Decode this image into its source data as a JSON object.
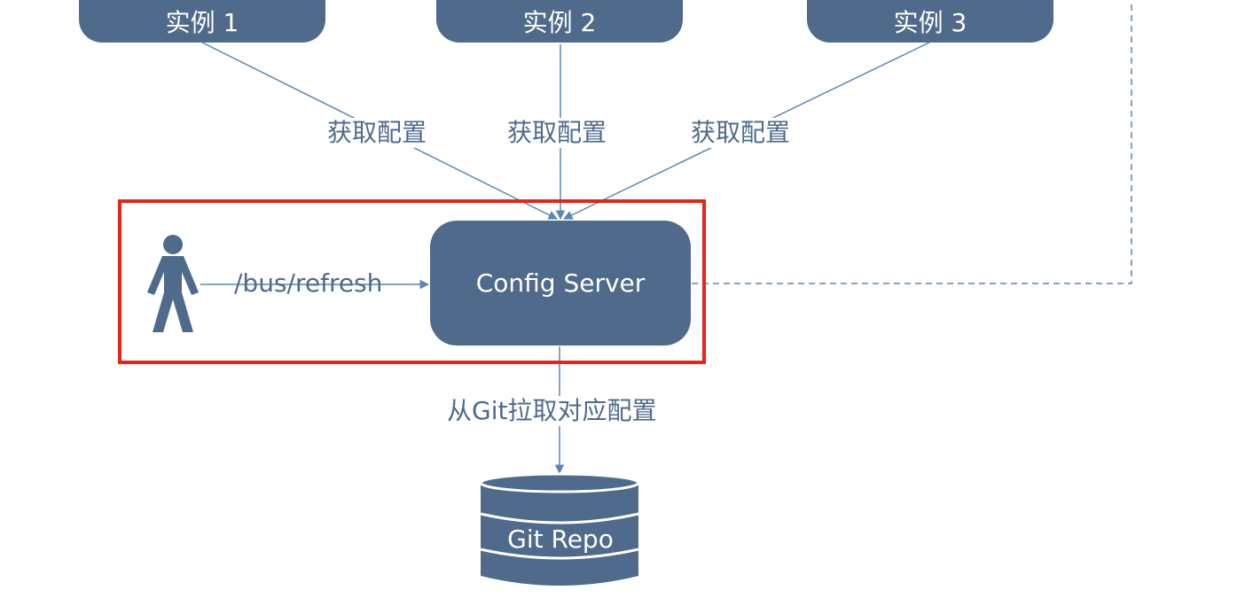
{
  "diagram": {
    "instances": [
      {
        "label": "实例 1"
      },
      {
        "label": "实例 2"
      },
      {
        "label": "实例 3"
      }
    ],
    "fetch_label": "获取配置",
    "server": {
      "label": "Config Server"
    },
    "refresh_label": "/bus/refresh",
    "git_pull_label": "从Git拉取对应配置",
    "repo": {
      "label": "Git Repo"
    },
    "colors": {
      "node": "#4f6a8b",
      "line": "#5b86b0",
      "highlight": "#e1261c",
      "text": "#4f6a8b"
    }
  }
}
